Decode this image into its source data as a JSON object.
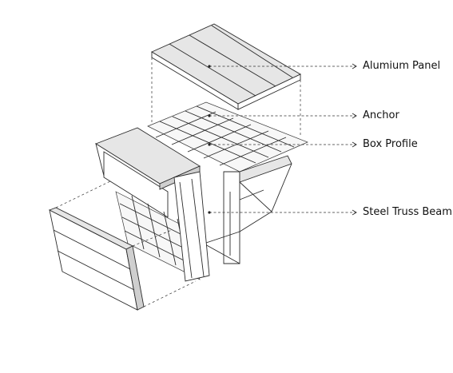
{
  "labels": {
    "aluminium_panel": "Alumium Panel",
    "anchor": "Anchor",
    "box_profile": "Box Profile",
    "steel_truss_beam": "Steel Truss Beam"
  }
}
